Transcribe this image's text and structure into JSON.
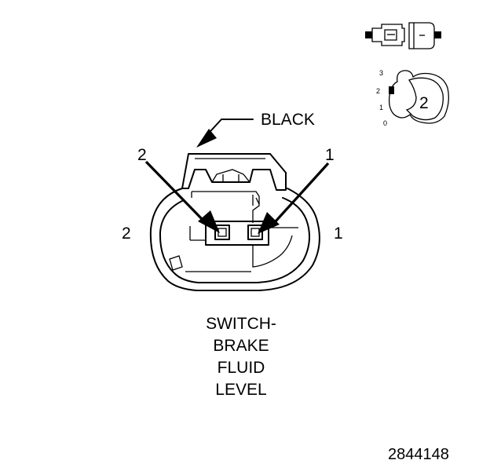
{
  "connector": {
    "color_label": "BLACK",
    "pin_callouts": {
      "left": "2",
      "right": "1"
    },
    "side_labels": {
      "left": "2",
      "right": "1"
    },
    "title_lines": [
      "SWITCH-",
      "BRAKE",
      "FLUID",
      "LEVEL"
    ]
  },
  "inset_view": {
    "scale_labels": [
      "3",
      "2",
      "1",
      "0"
    ],
    "position": "2"
  },
  "reference_number": "2844148",
  "colors": {
    "line": "#000000",
    "background": "#ffffff"
  }
}
